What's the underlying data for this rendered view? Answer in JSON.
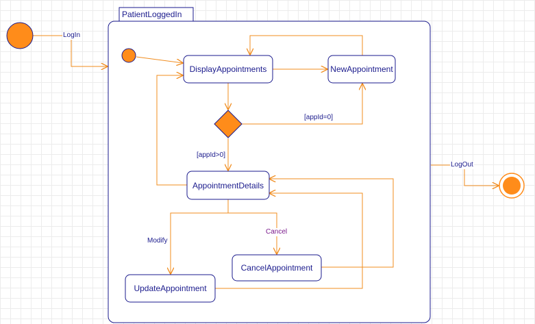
{
  "composite_state": {
    "name": "PatientLoggedIn"
  },
  "states": {
    "display_appointments": "DisplayAppointments",
    "new_appointment": "NewAppointment",
    "appointment_details": "AppointmentDetails",
    "update_appointment": "UpdateAppointment",
    "cancel_appointment": "CancelAppointment"
  },
  "transitions": {
    "login": "LogIn",
    "logout": "LogOut",
    "guard_appid_zero": "[appId=0]",
    "guard_appid_positive": "[appId>0]",
    "modify": "Modify",
    "cancel": "Cancel"
  },
  "colors": {
    "edge": "#f08c1e",
    "node_fill": "#ff8c1a",
    "node_stroke": "#1a1a8c",
    "final_ring": "#ff8c1a"
  }
}
